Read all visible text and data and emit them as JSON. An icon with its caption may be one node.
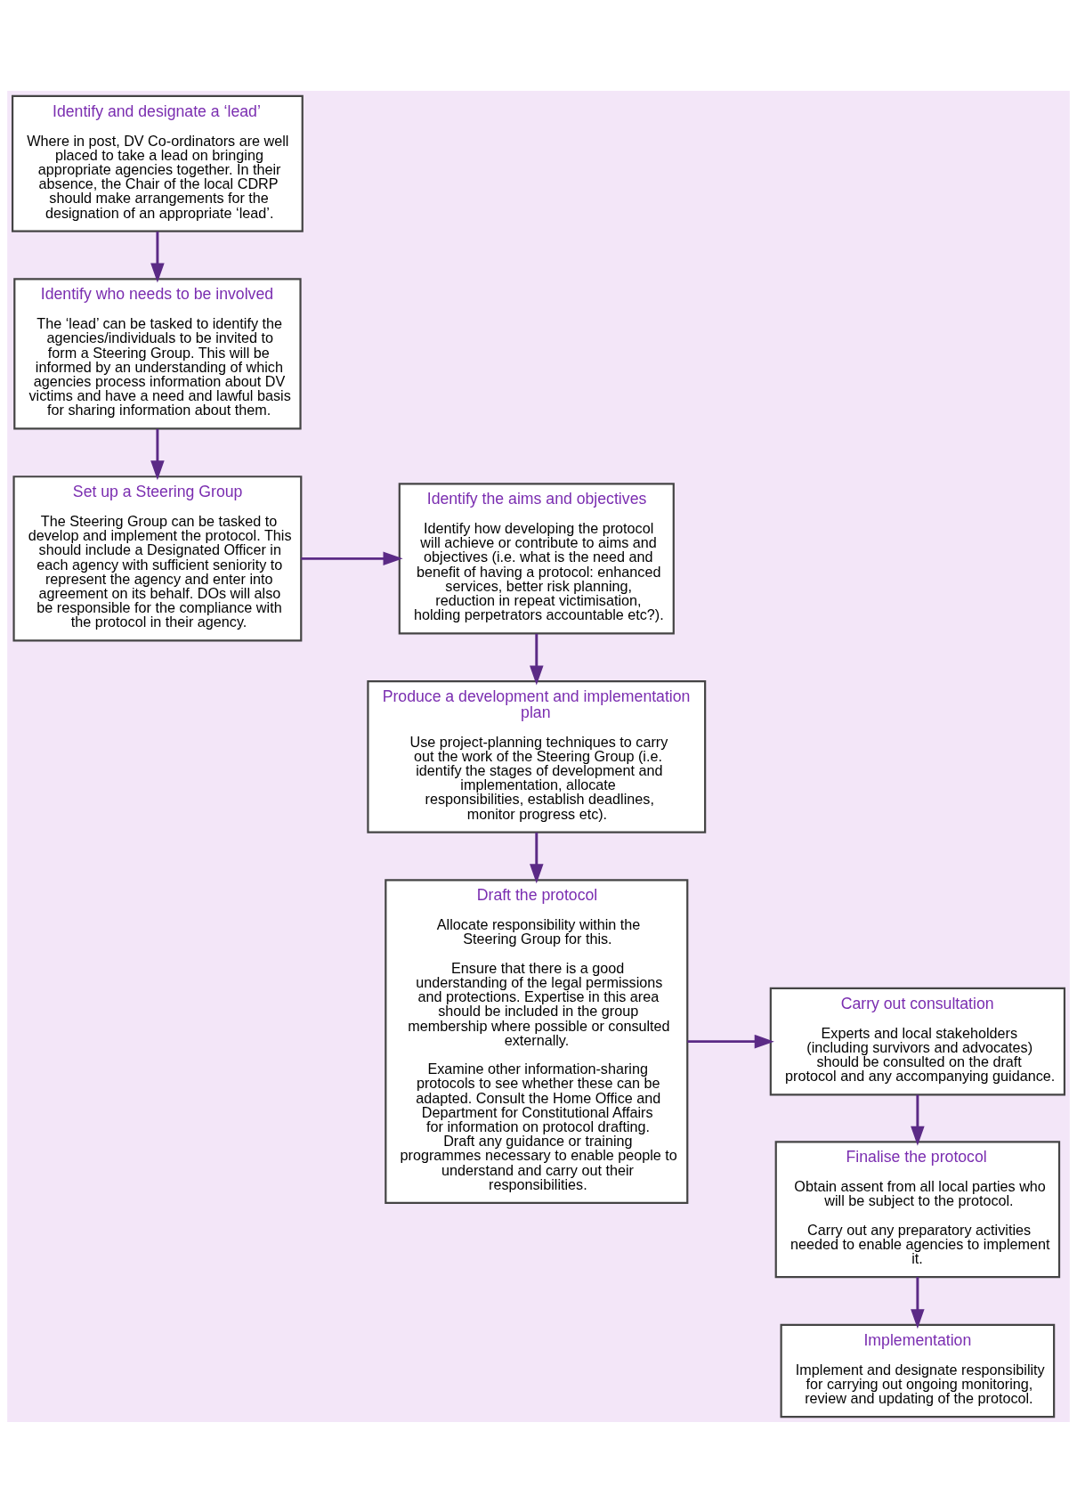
{
  "diagram": {
    "nodes": [
      {
        "text": [
          "Identify and designate a ‘lead’",
          "Where in post, DV Co-ordinators are well placed to take a lead on bringing appropriate agencies together. In their absence, the Chair of the local CDRP should make arrangements for the designation of an appropriate ‘lead’."
        ]
      },
      {
        "text": [
          "Identify who needs to be involved",
          "The ‘lead’ can be tasked to identify the agencies/individuals to be invited to form a Steering Group. This will be informed by an understanding of which agencies process information about DV victims and have a need and lawful basis for sharing information about them."
        ]
      },
      {
        "text": [
          "Set up a Steering Group",
          "The Steering Group can be tasked to develop and implement the protocol. This should include a Designated Officer in each agency with sufficient seniority to represent the agency and enter into agreement on its behalf. DOs will also be responsible for the compliance with the protocol in their agency."
        ]
      },
      {
        "text": [
          "Identify the aims and objectives",
          "Identify how developing the protocol will achieve or contribute to aims and objectives (i.e. what is the need and benefit of having a protocol: enhanced services, better risk planning, reduction in repeat victimisation, holding perpetrators accountable etc?)."
        ]
      },
      {
        "text": [
          "Produce a development and implementation plan",
          "Use project-planning techniques to carry out the work of the Steering Group (i.e. identify the stages of development and implementation, allocate responsibilities, establish deadlines, monitor progress etc)."
        ]
      },
      {
        "text": [
          "Draft the protocol",
          "Allocate responsibility within the Steering Group for this.",
          "Ensure that there is a good understanding of the legal permissions and protections. Expertise in this area should be included in the group membership where possible or consulted externally.",
          "Examine other information-sharing protocols to see whether these can be adapted. Consult the Home Office and Department for Constitutional Affairs for information on protocol drafting. Draft any guidance or training programmes necessary to enable people to understand and carry out their responsibilities."
        ]
      },
      {
        "text": [
          "Carry out consultation",
          "Experts and local stakeholders (including survivors and advocates) should be consulted on the draft protocol and any accompanying guidance."
        ]
      },
      {
        "text": [
          "Finalise the protocol",
          "Obtain assent from all local parties who will be subject to the protocol.",
          "Carry out any preparatory activities needed to enable agencies to implement it."
        ]
      },
      {
        "text": [
          "Implementation",
          "Implement and designate responsibility for carrying out ongoing monitoring, review and updating of the protocol."
        ]
      }
    ],
    "edges": [
      {
        "from": 0,
        "to": 1,
        "arrow": "to"
      },
      {
        "from": 1,
        "to": 2,
        "arrow": "to"
      },
      {
        "from": 2,
        "to": 3,
        "arrow": "to"
      },
      {
        "from": 3,
        "to": 4,
        "arrow": "to"
      },
      {
        "from": 4,
        "to": 5,
        "arrow": "to"
      },
      {
        "from": 5,
        "to": 6,
        "arrow": "to"
      },
      {
        "from": 6,
        "to": 7,
        "arrow": "to"
      },
      {
        "from": 7,
        "to": 8,
        "arrow": "to"
      }
    ]
  }
}
